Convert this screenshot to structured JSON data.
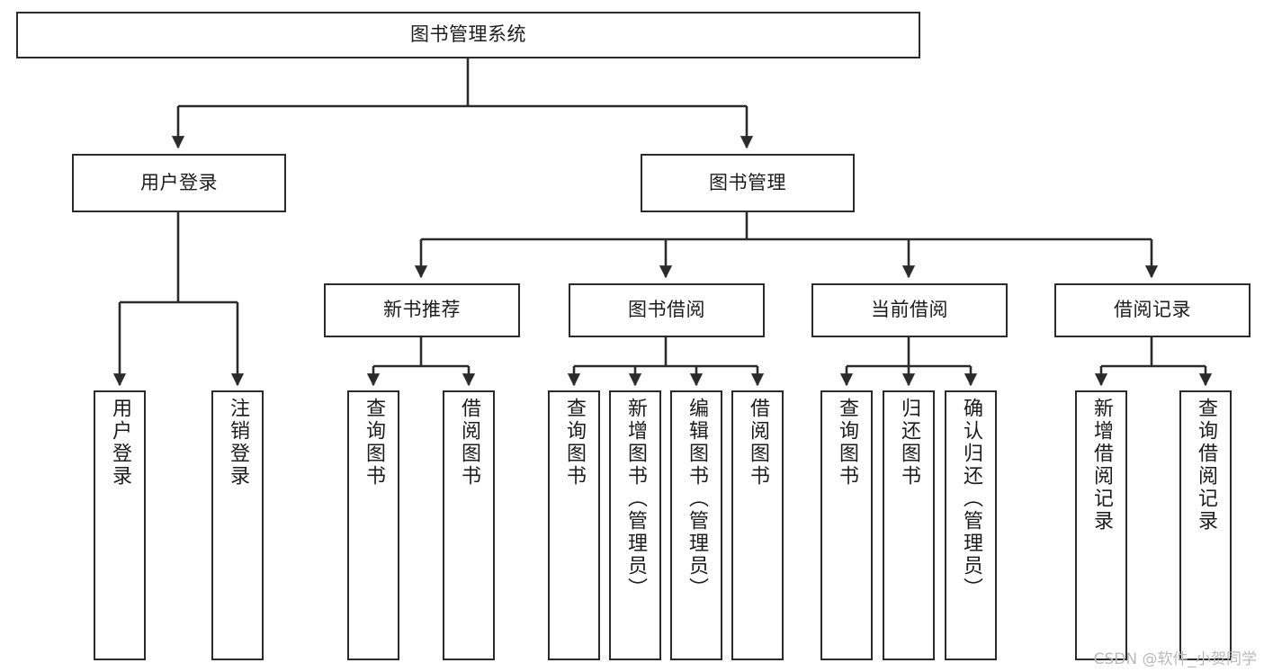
{
  "diagram": {
    "title": "图书管理系统",
    "type": "hierarchy-tree",
    "stroke_color": "#2b2b2b",
    "fill_color": "#ffffff",
    "text_color": "#1c1c1c"
  },
  "root": {
    "label": "图书管理系统"
  },
  "level1": [
    {
      "label": "用户登录"
    },
    {
      "label": "图书管理"
    }
  ],
  "level2": [
    {
      "label": "新书推荐"
    },
    {
      "label": "图书借阅"
    },
    {
      "label": "当前借阅"
    },
    {
      "label": "借阅记录"
    }
  ],
  "leaves": {
    "user_login": [
      {
        "label": "用户登录"
      },
      {
        "label": "注销登录"
      }
    ],
    "new_book_recommend": [
      {
        "label": "查询图书"
      },
      {
        "label": "借阅图书"
      }
    ],
    "book_borrow": [
      {
        "label": "查询图书"
      },
      {
        "label": "新增图书（管理员）"
      },
      {
        "label": "编辑图书（管理员）"
      },
      {
        "label": "借阅图书"
      }
    ],
    "current_borrow": [
      {
        "label": "查询图书"
      },
      {
        "label": "归还图书"
      },
      {
        "label": "确认归还（管理员）"
      }
    ],
    "borrow_record": [
      {
        "label": "新增借阅记录"
      },
      {
        "label": "查询借阅记录"
      }
    ]
  },
  "watermark": {
    "text": "CSDN @软件_小贺同学"
  }
}
